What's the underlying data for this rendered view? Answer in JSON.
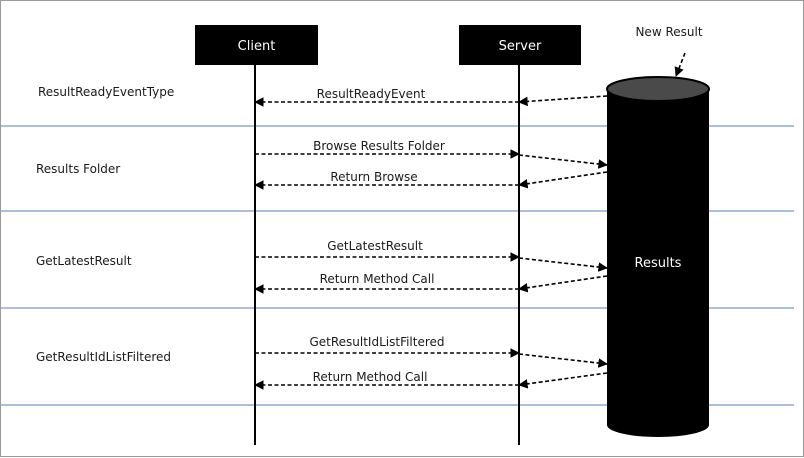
{
  "participants": {
    "client": "Client",
    "server": "Server",
    "store": "Results"
  },
  "new_result_label": "New Result",
  "rows": [
    {
      "label": "ResultReadyEventType"
    },
    {
      "label": "Results Folder"
    },
    {
      "label": "GetLatestResult"
    },
    {
      "label": "GetResultIdListFiltered"
    }
  ],
  "messages": [
    {
      "label": "ResultReadyEvent"
    },
    {
      "label": "Browse Results Folder"
    },
    {
      "label": "Return Browse"
    },
    {
      "label": "GetLatestResult"
    },
    {
      "label": "Return Method Call"
    },
    {
      "label": "GetResultIdListFiltered"
    },
    {
      "label": "Return Method Call"
    }
  ],
  "colors": {
    "separator": "#5b7fb5",
    "box": "#000000",
    "cylinder_top": "#4a4a4a"
  }
}
